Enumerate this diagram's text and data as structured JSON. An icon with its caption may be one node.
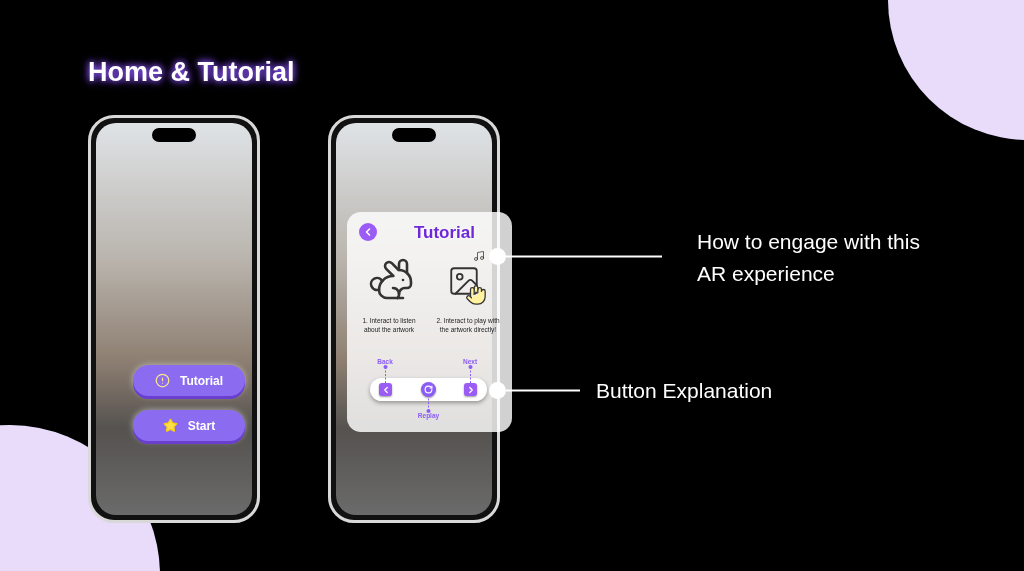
{
  "diagram": {
    "title": "Home & Tutorial",
    "nodes": [
      {
        "text": [
          "Tutorial",
          "1. Interact to listen about the artwork",
          "2. Interact to play with the artwork directly!"
        ]
      },
      {
        "text": [],
        "shape": "bar",
        "in": 0
      },
      {
        "text": [],
        "shape": "box",
        "in": 1
      },
      {
        "text": [],
        "shape": "circle",
        "in": 1
      },
      {
        "text": [],
        "shape": "box",
        "in": 1
      },
      {
        "text": [
          "Back"
        ],
        "in": 0
      },
      {
        "text": [
          "Next"
        ],
        "in": 0
      },
      {
        "text": [
          "Replay"
        ],
        "in": 0
      },
      {
        "text": [],
        "shape": "circle",
        "in": 0
      },
      {
        "text": [],
        "shape": "circle",
        "in": 0
      },
      {
        "text": [
          "How to engage with this AR experience"
        ]
      },
      {
        "text": [
          "Button Explanation"
        ]
      },
      {
        "text": [
          "Tutorial"
        ]
      },
      {
        "text": [
          "Start"
        ]
      }
    ],
    "edges": [
      {
        "from": 5,
        "to": 2,
        "arrow": "other",
        "style": "dashed"
      },
      {
        "from": 6,
        "to": 4,
        "arrow": "other",
        "style": "dashed"
      },
      {
        "from": 7,
        "to": 3,
        "arrow": "other",
        "style": "dashed"
      },
      {
        "from": 10,
        "to": 8,
        "arrow": "none",
        "color": "#ffffff"
      },
      {
        "from": 11,
        "to": 9,
        "arrow": "none",
        "color": "#ffffff"
      }
    ]
  }
}
